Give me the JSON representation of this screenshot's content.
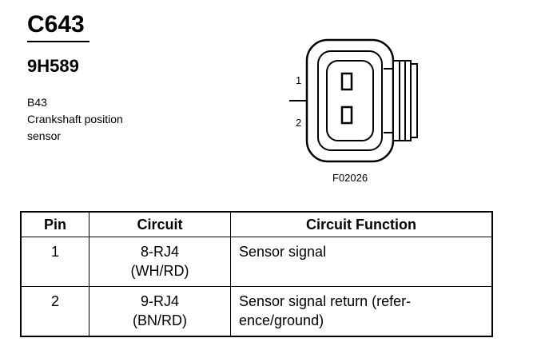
{
  "header": {
    "connector_id": "C643",
    "part_number": "9H589",
    "ref": "B43",
    "description_line1": "Crankshaft position",
    "description_line2": "sensor"
  },
  "figure": {
    "pin1_label": "1",
    "pin2_label": "2",
    "figure_id": "F02026"
  },
  "table": {
    "headers": [
      "Pin",
      "Circuit",
      "Circuit Function"
    ],
    "rows": [
      {
        "pin": "1",
        "circuit_line1": "8-RJ4",
        "circuit_line2": "(WH/RD)",
        "function_line1": "Sensor signal",
        "function_line2": ""
      },
      {
        "pin": "2",
        "circuit_line1": "9-RJ4",
        "circuit_line2": "(BN/RD)",
        "function_line1": "Sensor signal return (refer-",
        "function_line2": "ence/ground)"
      }
    ]
  }
}
